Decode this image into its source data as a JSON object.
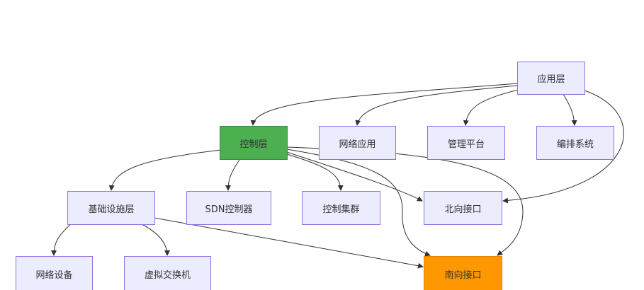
{
  "nodes": {
    "app_layer": "应用层",
    "control_layer": "控制层",
    "network_app": "网络应用",
    "mgmt_platform": "管理平台",
    "orchestration": "编排系统",
    "infra_layer": "基础设施层",
    "sdn_controller": "SDN控制器",
    "control_cluster": "控制集群",
    "northbound": "北向接口",
    "network_device": "网络设备",
    "virtual_switch": "虚拟交换机",
    "southbound": "南向接口"
  },
  "colors": {
    "default_fill": "#ececff",
    "control_fill": "#4caf50",
    "southbound_fill": "#ff9800",
    "border": "#9370db"
  }
}
